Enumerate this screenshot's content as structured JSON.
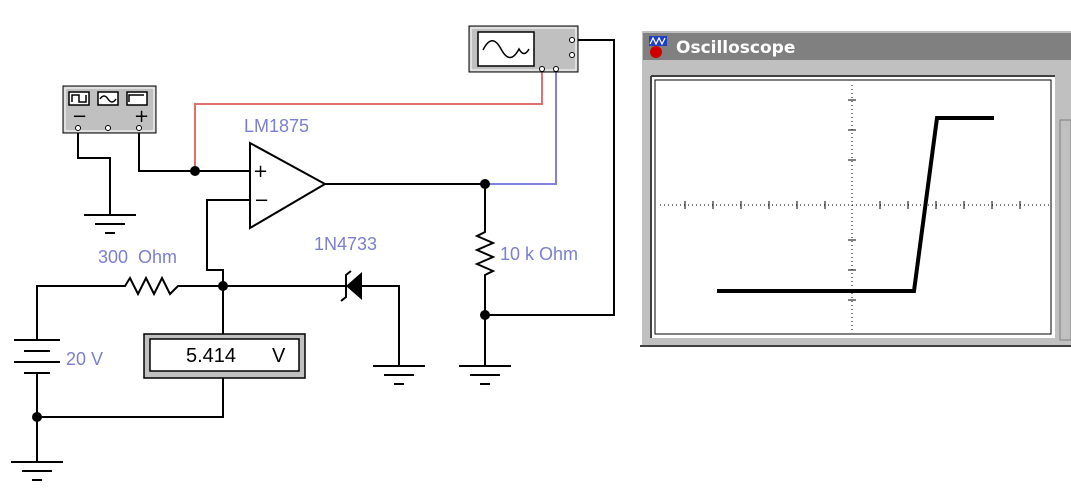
{
  "labels": {
    "opamp": "LM1875",
    "resistor_input": "300  Ohm",
    "zener": "1N4733",
    "resistor_load": "10 k Ohm",
    "battery": "20 V"
  },
  "voltmeter": {
    "reading": "5.414",
    "unit": "V"
  },
  "opamp_pins": {
    "plus": "+",
    "minus": "−"
  },
  "funcgen_pins": {
    "minus": "−",
    "common": "",
    "plus": "+"
  },
  "oscilloscope_window": {
    "title": "Oscilloscope",
    "titlebar_color": "#808080",
    "frame_color": "#c0c0c0",
    "trace_color": "#000000"
  },
  "wire_colors": {
    "normal": "#000000",
    "channel_a": "#e07070",
    "channel_b": "#8080e0"
  },
  "icons": {
    "function_generator": "function-generator-icon",
    "oscilloscope_instrument": "oscilloscope-icon",
    "window_app": "multisim-scope-app-icon"
  }
}
